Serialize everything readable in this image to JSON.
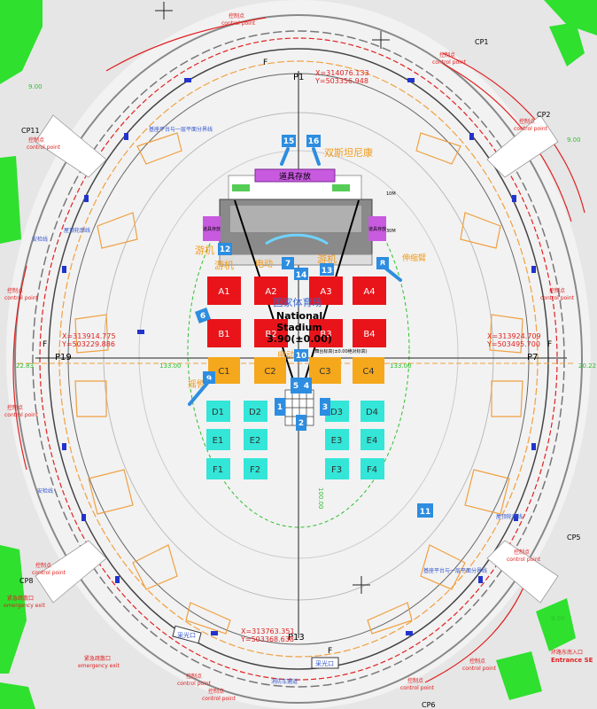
{
  "points": {
    "p1": "P1",
    "p7": "P7",
    "p13": "P13",
    "p19": "P19",
    "cp1": "CP1",
    "cp2": "CP2",
    "cp5": "CP5",
    "cp6": "CP6",
    "cp8": "CP8",
    "cp11": "CP11"
  },
  "coords": {
    "top_x": "X=314076.133",
    "top_y": "Y=503356.948",
    "left_x": "X=313914.775",
    "left_y": "Y=503229.886",
    "right_x": "X=313924.709",
    "right_y": "Y=503495.700",
    "bottom_x": "X=313763.351",
    "bottom_y": "Y=503368.638"
  },
  "labels": {
    "control_cn": "控制点",
    "control_en": "control point",
    "emergency_cn": "紧急疏散口",
    "emergency_en": "emergency exit",
    "platform_divide": "基座平台与一层平面分界线",
    "roof_line": "屋顶轮廓线",
    "safety_line": "安检线",
    "skylight": "采光口",
    "road_east": "环路东南入口",
    "entrance_se": "Entrance SE",
    "fire_road": "消防车通道",
    "props_store": "道具存放",
    "props_left": "道具存放",
    "props_right": "道具存放",
    "steinicam": "双斯坦尼康",
    "tourer": "游机",
    "tourer2": "游机",
    "tourer3": "游机",
    "jib": "摇臂",
    "telescopic": "伸缩臂",
    "electric": "电动",
    "electric2": "电动",
    "stadium_cn": "国家体育场",
    "stadium_en1": "National",
    "stadium_en2": "Stadium",
    "stadium_level": "3.90(±0.00)",
    "stage_note": "舞台标高(±0.00绝对标高)",
    "scale_133": "133.00",
    "scale_22": "22.83",
    "scale_20": "20.22",
    "scale_100": "100.00",
    "f": "F",
    "dim_9": "9.00",
    "dim_10m": "10M",
    "dim_30m": "30M"
  },
  "seating_blocks": {
    "row_a": [
      "A1",
      "A2",
      "A3",
      "A4"
    ],
    "row_b": [
      "B1",
      "B2",
      "B3",
      "B4"
    ],
    "row_c": [
      "C1",
      "C2",
      "C3",
      "C4"
    ],
    "row_d": [
      "D1",
      "D2",
      "D3",
      "D4"
    ],
    "row_e": [
      "E1",
      "E2",
      "E3",
      "E4"
    ],
    "row_f": [
      "F1",
      "F2",
      "F3",
      "F4"
    ]
  },
  "cameras": {
    "c1": "1",
    "c2": "2",
    "c3": "3",
    "c4": "4",
    "c5": "5",
    "c6": "6",
    "c7": "7",
    "c8": "8",
    "c9": "9",
    "c10": "10",
    "c11": "11",
    "c12": "12",
    "c13": "13",
    "c14": "14",
    "c15": "15",
    "c16": "16"
  },
  "colors": {
    "red_block": "#e8141a",
    "orange_block": "#f5a81c",
    "cyan_block": "#33e6d8",
    "camera_blue": "#2d8de0",
    "green_area": "#2fe02f",
    "props_purple": "#c85ae0",
    "label_orange": "#f19a1a",
    "road_red": "#e02020"
  }
}
